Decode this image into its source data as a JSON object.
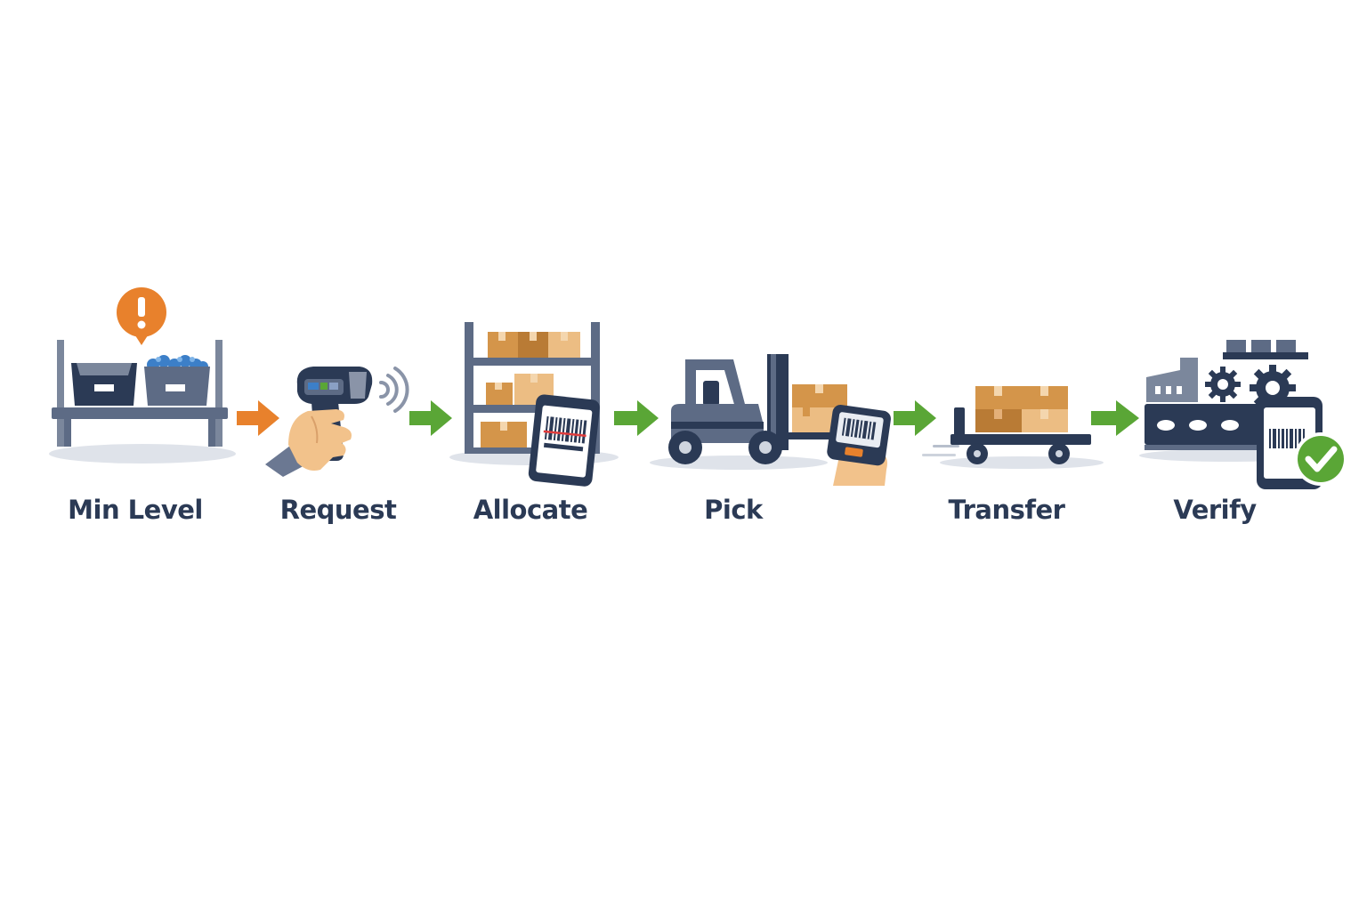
{
  "steps": [
    {
      "label": "Min Level",
      "icon": "shelf-bins-alert-icon"
    },
    {
      "label": "Request",
      "icon": "handheld-scanner-icon"
    },
    {
      "label": "Allocate",
      "icon": "rack-with-phone-icon"
    },
    {
      "label": "Pick",
      "icon": "forklift-with-scanner-icon"
    },
    {
      "label": "Transfer",
      "icon": "cart-with-boxes-icon"
    },
    {
      "label": "Verify",
      "icon": "factory-with-check-icon"
    }
  ],
  "arrows": [
    {
      "from": "Min Level",
      "to": "Request",
      "color": "#e8812c"
    },
    {
      "from": "Request",
      "to": "Allocate",
      "color": "#5aa636"
    },
    {
      "from": "Allocate",
      "to": "Pick",
      "color": "#5aa636"
    },
    {
      "from": "Pick",
      "to": "Transfer",
      "color": "#5aa636"
    },
    {
      "from": "Transfer",
      "to": "Verify",
      "color": "#5aa636"
    }
  ],
  "colors": {
    "navy": "#2b3a55",
    "steel": "#5d6b85",
    "box": "#d4954a",
    "box_light": "#ecbd83",
    "alert": "#e8812c",
    "check": "#5aa636",
    "skin": "#f2c28b"
  }
}
